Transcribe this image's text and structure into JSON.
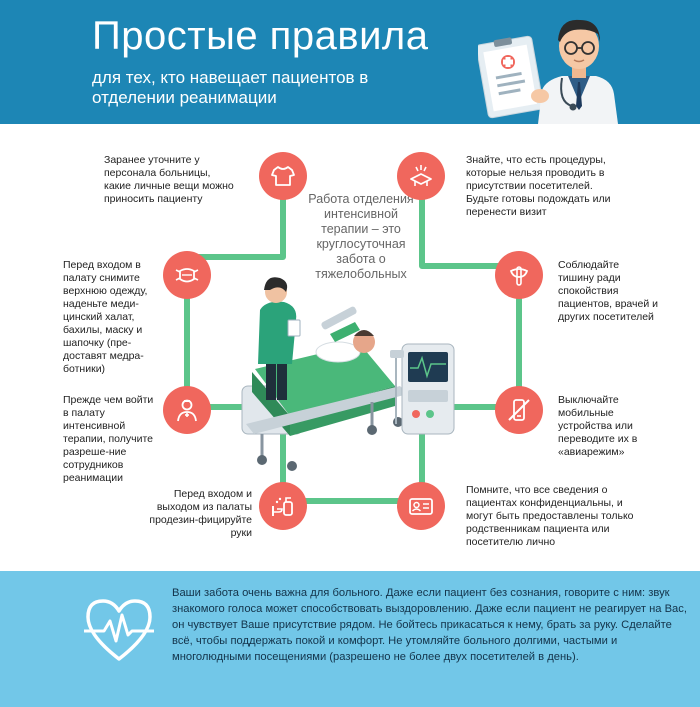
{
  "header": {
    "title": "Простые правила",
    "subtitle": "для тех, кто навещает пациентов в отделении реанимации"
  },
  "center": {
    "text": "Работа отделения интенсивной терапии – это круглосуточная забота о тяжелобольных"
  },
  "rules": {
    "clothes": "Заранее уточните у персонала больницы, какие личные вещи можно приносить пациенту",
    "gown": "Перед входом в палату снимите верхнюю одежду, наденьте меди-цинский халат, бахилы, маску и шапочку (пре-доставят медра-ботники)",
    "permission": "Прежде чем войти в палату интенсивной терапии, получите разреше-ние сотрудников реанимации",
    "sanitize": "Перед входом и выходом из палаты продезин-фицируйте руки",
    "procedures": "Знайте, что есть процедуры, которые нельзя проводить в присутствии посетителей. Будьте готовы подождать или перенести визит",
    "silence": "Соблюдайте тишину ради спокойствия пациентов, врачей и других посетителей",
    "phones": "Выключайте мобильные устройства или переводите их в «авиарежим»",
    "privacy": "Помните, что все сведения о пациентах конфиденциальны, и могут быть предоставлены только родственникам пациента или посетителю лично"
  },
  "footer": {
    "text": "Ваши забота очень важна для больного. Даже если пациент без сознания, говорите с ним: звук знакомого голоса может способствовать выздоровлению. Даже если пациент не реагирует на Вас, он чувствует Ваше присутствие рядом. Не бойтесь прикасаться к нему, брать за руку. Сделайте всё, чтобы поддержать покой и комфорт. Не утомляйте больного долгими, частыми и многолюдными посещениями (разрешено не более двух посетителей в день)."
  },
  "colors": {
    "header_bg": "#1d86b5",
    "accent_red": "#f0675d",
    "network_green": "#5cc58a",
    "footer_bg": "#72c7e8"
  },
  "icons": [
    "tshirt-icon",
    "mask-icon",
    "doctor-icon",
    "hand-sanitizer-icon",
    "procedure-icon",
    "silence-icon",
    "no-phone-icon",
    "id-card-icon",
    "heart-pulse-icon"
  ]
}
